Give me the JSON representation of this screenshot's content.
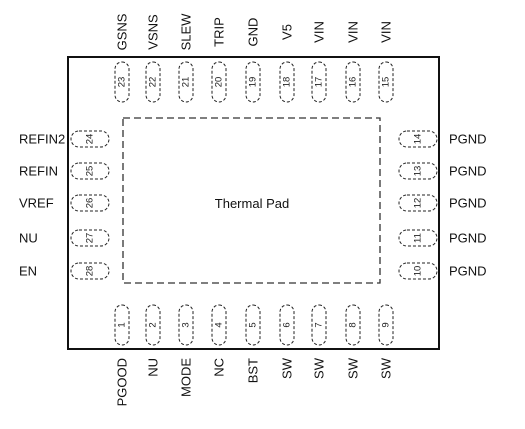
{
  "thermal_pad_label": "Thermal Pad",
  "pins": {
    "top": [
      {
        "num": "23",
        "name": "GSNS"
      },
      {
        "num": "22",
        "name": "VSNS"
      },
      {
        "num": "21",
        "name": "SLEW"
      },
      {
        "num": "20",
        "name": "TRIP"
      },
      {
        "num": "19",
        "name": "GND"
      },
      {
        "num": "18",
        "name": "V5"
      },
      {
        "num": "17",
        "name": "VIN"
      },
      {
        "num": "16",
        "name": "VIN"
      },
      {
        "num": "15",
        "name": "VIN"
      }
    ],
    "bottom": [
      {
        "num": "1",
        "name": "PGOOD"
      },
      {
        "num": "2",
        "name": "NU"
      },
      {
        "num": "3",
        "name": "MODE"
      },
      {
        "num": "4",
        "name": "NC"
      },
      {
        "num": "5",
        "name": "BST"
      },
      {
        "num": "6",
        "name": "SW"
      },
      {
        "num": "7",
        "name": "SW"
      },
      {
        "num": "8",
        "name": "SW"
      },
      {
        "num": "9",
        "name": "SW"
      }
    ],
    "left": [
      {
        "num": "24",
        "name": "REFIN2"
      },
      {
        "num": "25",
        "name": "REFIN"
      },
      {
        "num": "26",
        "name": "VREF"
      },
      {
        "num": "27",
        "name": "NU"
      },
      {
        "num": "28",
        "name": "EN"
      }
    ],
    "right": [
      {
        "num": "14",
        "name": "PGND"
      },
      {
        "num": "13",
        "name": "PGND"
      },
      {
        "num": "12",
        "name": "PGND"
      },
      {
        "num": "11",
        "name": "PGND"
      },
      {
        "num": "10",
        "name": "PGND"
      }
    ]
  }
}
